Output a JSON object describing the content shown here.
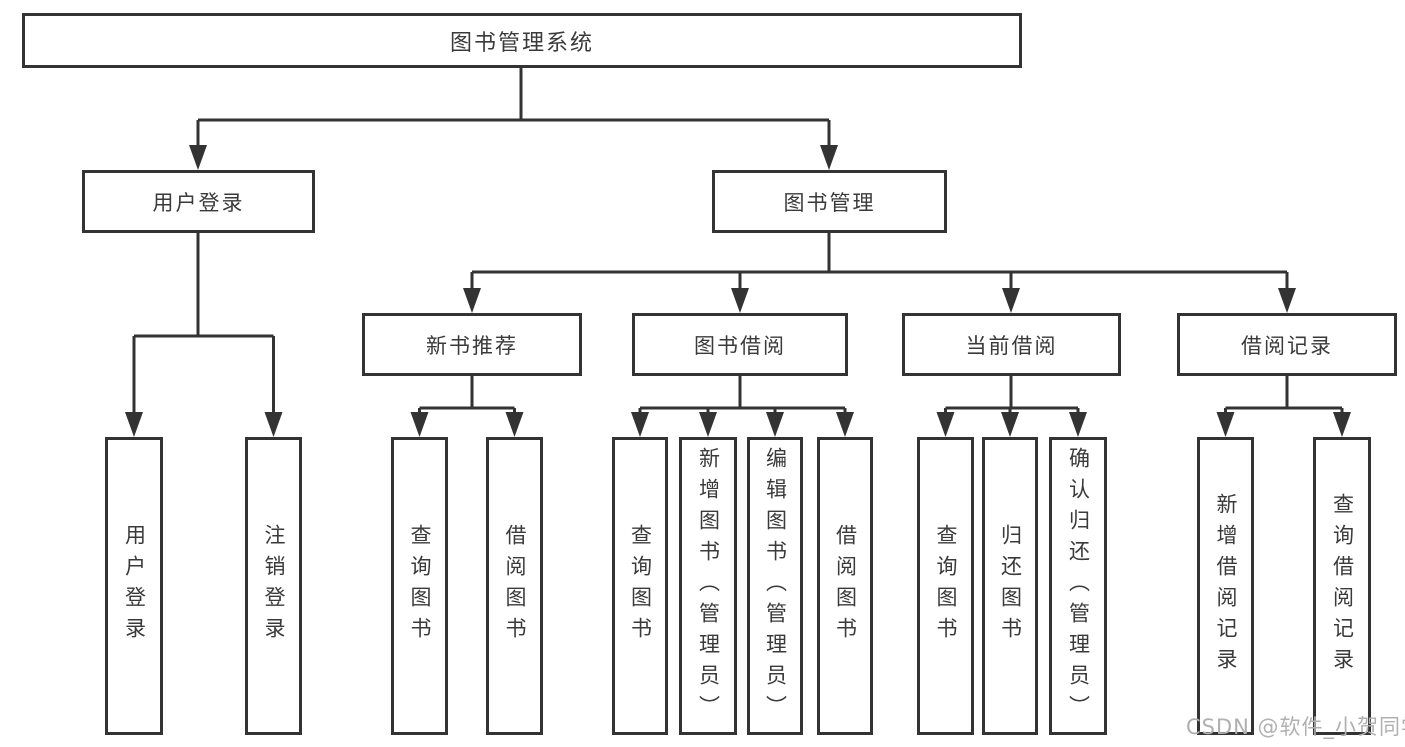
{
  "colors": {
    "background": "#ffffff",
    "line": "#333333",
    "box_border": "#333333",
    "text": "#3a3a3a",
    "watermark": "#b0b0b0"
  },
  "watermark": "CSDN @软件_小贺同学",
  "tree": {
    "label": "图书管理系统",
    "children": [
      {
        "label": "用户登录",
        "children": [
          {
            "label": "用户登录"
          },
          {
            "label": "注销登录"
          }
        ]
      },
      {
        "label": "图书管理",
        "children": [
          {
            "label": "新书推荐",
            "children": [
              {
                "label": "查询图书"
              },
              {
                "label": "借阅图书"
              }
            ]
          },
          {
            "label": "图书借阅",
            "children": [
              {
                "label": "查询图书"
              },
              {
                "label": "新增图书（管理员）"
              },
              {
                "label": "编辑图书（管理员）"
              },
              {
                "label": "借阅图书"
              }
            ]
          },
          {
            "label": "当前借阅",
            "children": [
              {
                "label": "查询图书"
              },
              {
                "label": "归还图书"
              },
              {
                "label": "确认归还（管理员）"
              }
            ]
          },
          {
            "label": "借阅记录",
            "children": [
              {
                "label": "新增借阅记录"
              },
              {
                "label": "查询借阅记录"
              }
            ]
          }
        ]
      }
    ]
  }
}
